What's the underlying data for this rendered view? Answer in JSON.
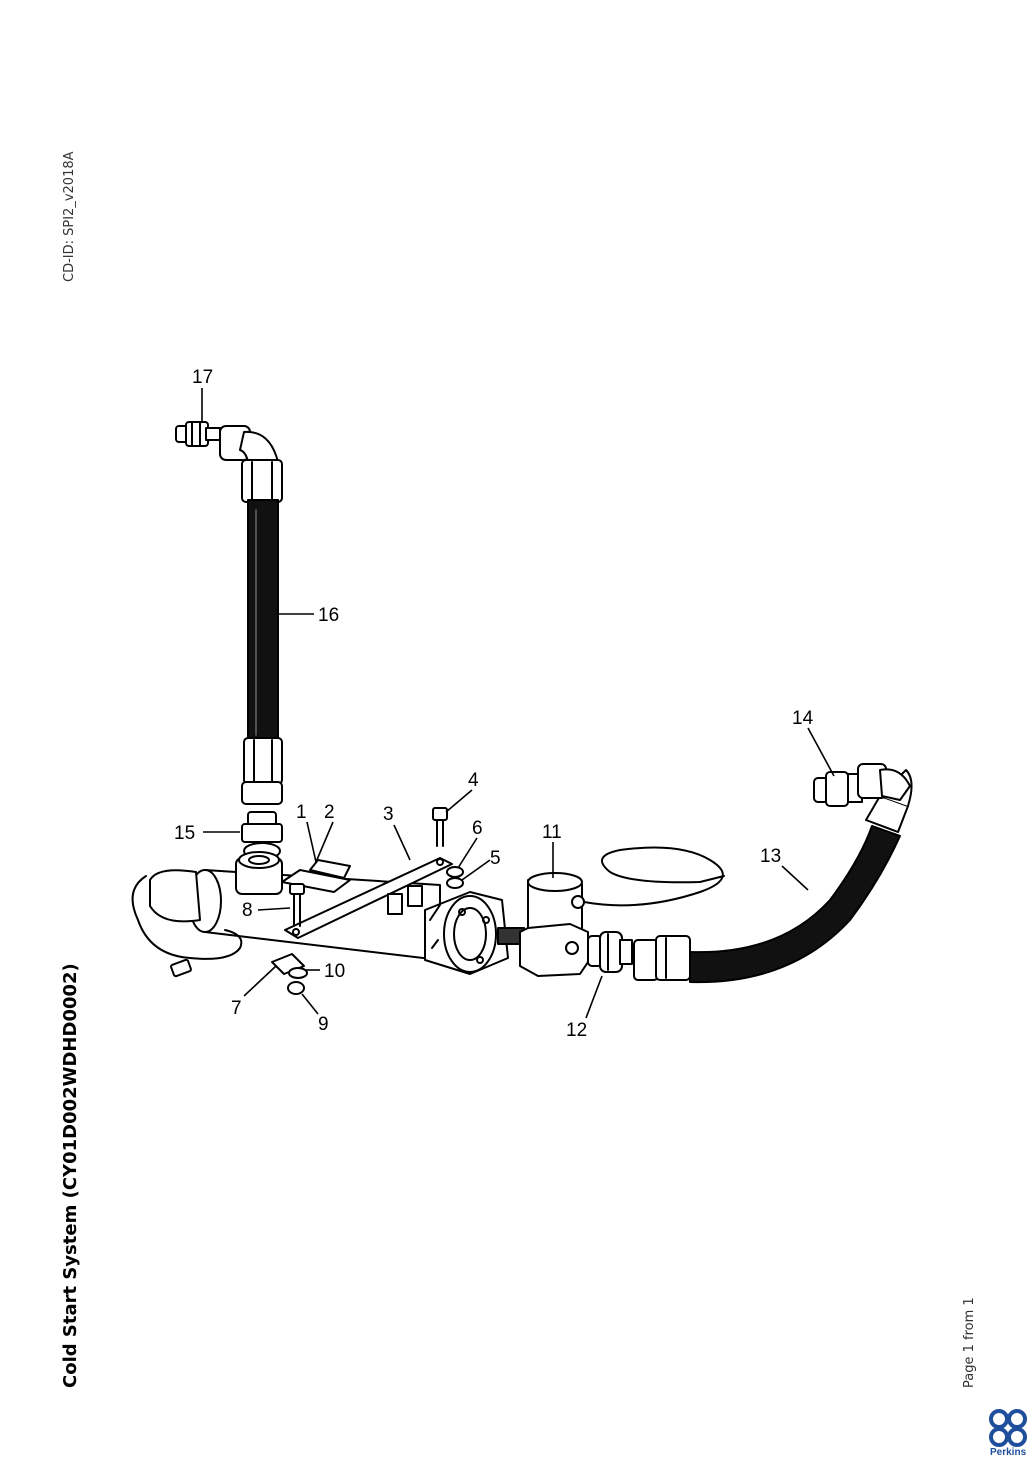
{
  "header": {
    "cd_id": "CD-ID: SPI2_v2018A"
  },
  "document": {
    "title": "Cold Start System (CY01D002WDHD0002)"
  },
  "footer": {
    "page_info": "Page 1 from 1",
    "brand": "Perkins"
  },
  "callouts": [
    "1",
    "2",
    "3",
    "4",
    "5",
    "6",
    "7",
    "8",
    "9",
    "10",
    "11",
    "12",
    "13",
    "14",
    "15",
    "16",
    "17"
  ]
}
